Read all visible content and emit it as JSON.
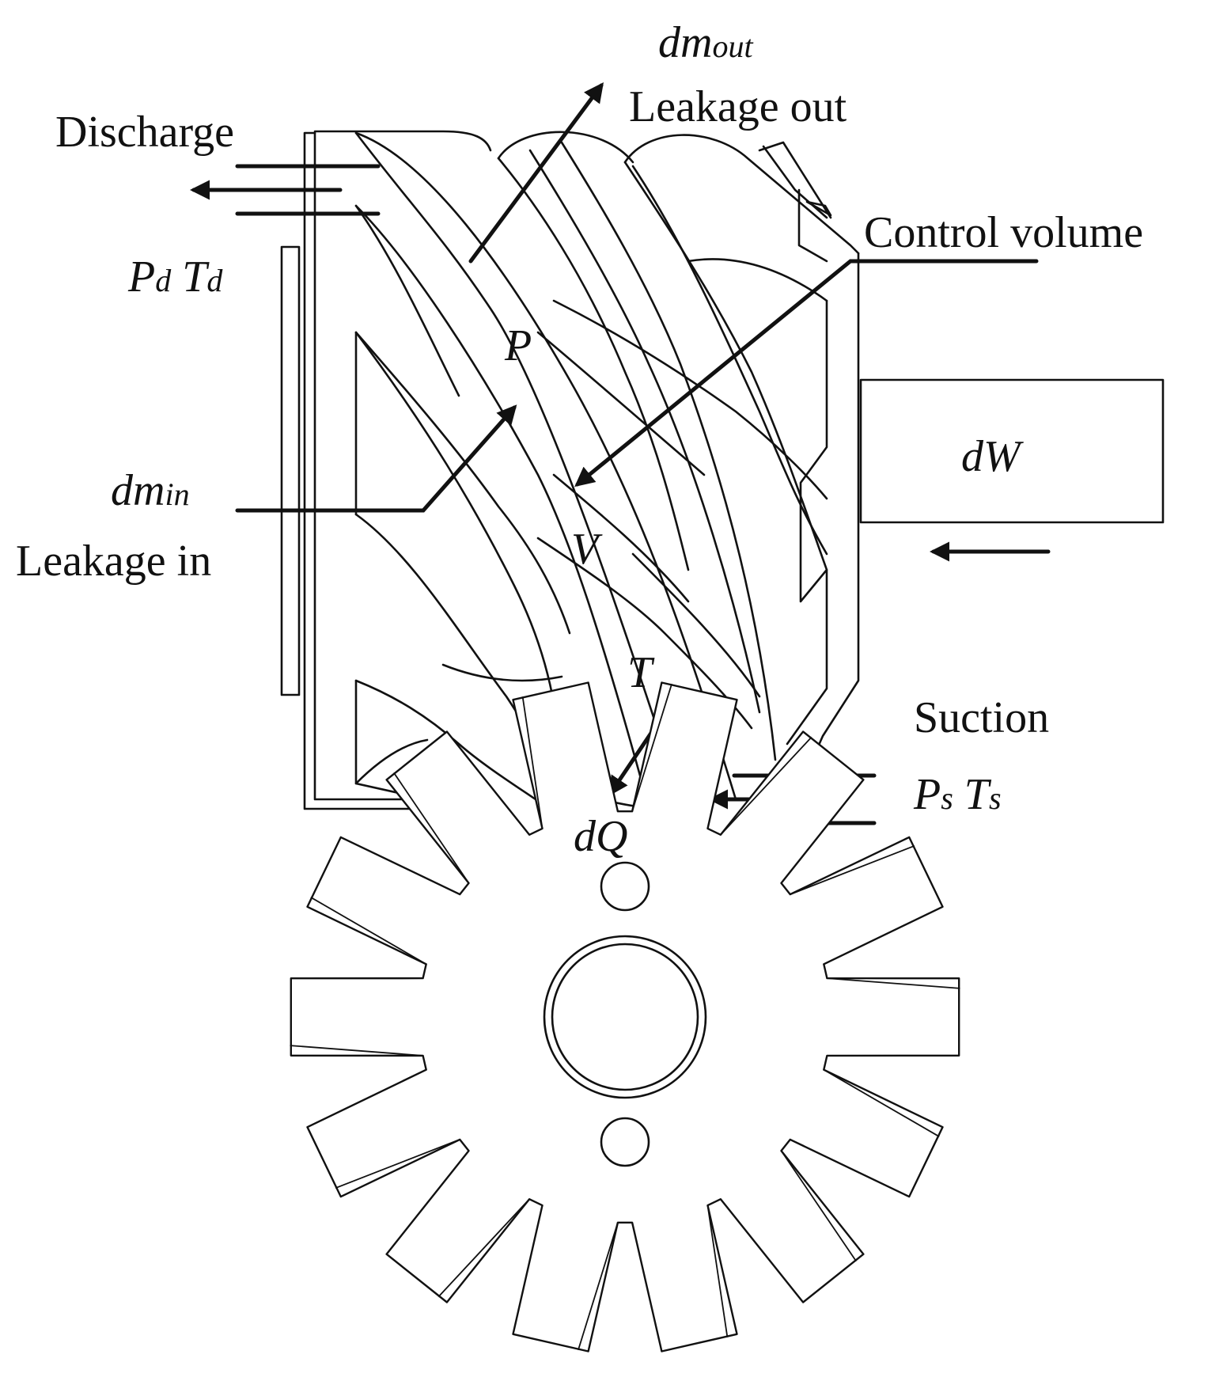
{
  "labels": {
    "dm_out_main": "dm",
    "dm_out_sub": "out",
    "leakage_out": "Leakage out",
    "discharge": "Discharge",
    "pd_main": "P",
    "pd_sub": "d",
    "td_main": "T",
    "td_sub": "d",
    "control_volume": "Control volume",
    "p": "P",
    "dm_in_main": "dm",
    "dm_in_sub": "in",
    "leakage_in": "Leakage in",
    "dw": "dW",
    "v": "V",
    "t": "T",
    "suction": "Suction",
    "ps_main": "P",
    "ps_sub": "s",
    "ts_main": "T",
    "ts_sub": "s",
    "dq": "dQ"
  },
  "gate_rotor": {
    "teeth": 14
  }
}
